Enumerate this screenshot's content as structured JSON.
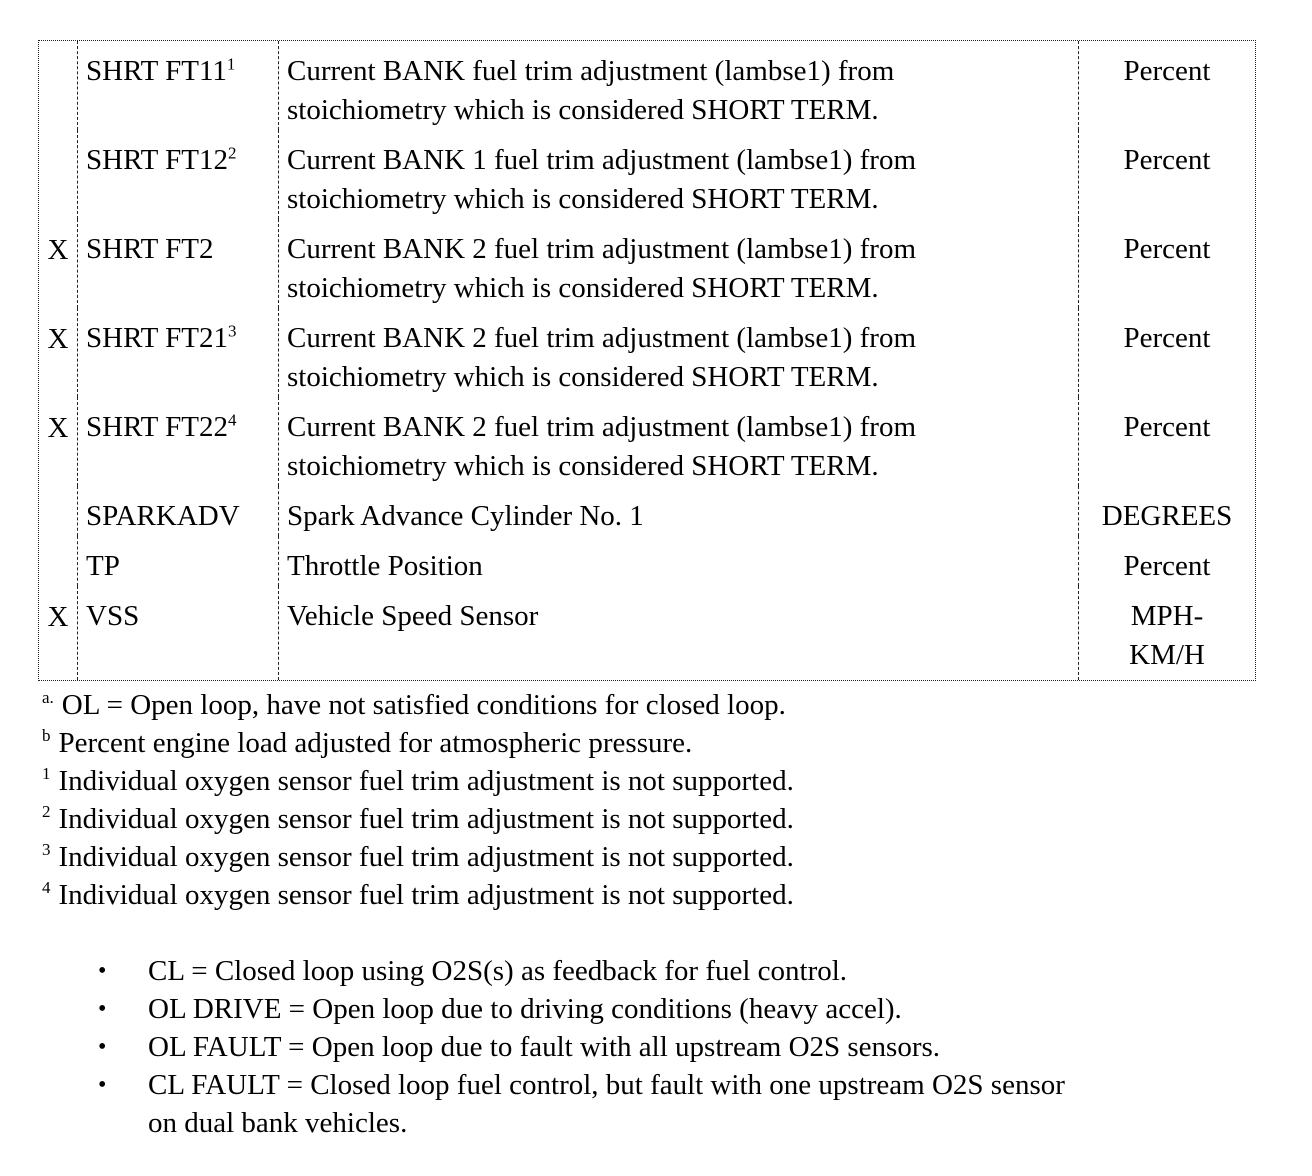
{
  "icons": {
    "bullet": "•"
  },
  "table": {
    "rows": [
      {
        "flag": "",
        "name": "SHRT FT11",
        "sup": "1",
        "desc": [
          "Current BANK fuel trim adjustment (lambse1) from",
          "stoichiometry which is considered SHORT TERM."
        ],
        "unit": [
          "Percent"
        ]
      },
      {
        "flag": "",
        "name": "SHRT FT12",
        "sup": "2",
        "desc": [
          "Current BANK 1 fuel trim adjustment (lambse1) from",
          "stoichiometry which is considered SHORT TERM."
        ],
        "unit": [
          "Percent"
        ]
      },
      {
        "flag": "X",
        "name": "SHRT FT2",
        "sup": "",
        "desc": [
          "Current BANK 2 fuel trim adjustment (lambse1) from",
          "stoichiometry which is considered SHORT TERM."
        ],
        "unit": [
          "Percent"
        ]
      },
      {
        "flag": "X",
        "name": "SHRT FT21",
        "sup": "3",
        "desc": [
          "Current BANK 2 fuel trim adjustment (lambse1) from",
          "stoichiometry which is considered SHORT TERM."
        ],
        "unit": [
          "Percent"
        ]
      },
      {
        "flag": "X",
        "name": "SHRT FT22",
        "sup": "4",
        "desc": [
          "Current BANK 2 fuel trim adjustment (lambse1) from",
          "stoichiometry which is considered SHORT TERM."
        ],
        "unit": [
          "Percent"
        ]
      },
      {
        "flag": "",
        "name": "SPARKADV",
        "sup": "",
        "desc": [
          "Spark Advance Cylinder No. 1"
        ],
        "unit": [
          "DEGREES"
        ]
      },
      {
        "flag": "",
        "name": "TP",
        "sup": "",
        "desc": [
          "Throttle Position"
        ],
        "unit": [
          "Percent"
        ]
      },
      {
        "flag": "X",
        "name": "VSS",
        "sup": "",
        "desc": [
          "Vehicle Speed Sensor"
        ],
        "unit": [
          "MPH-",
          "KM/H"
        ]
      }
    ]
  },
  "footnotes": [
    {
      "marker": "a.",
      "text": "OL = Open loop, have not satisfied conditions for closed loop."
    },
    {
      "marker": "b",
      "text": "Percent engine load adjusted for atmospheric pressure."
    },
    {
      "marker": "1",
      "text": "Individual oxygen sensor fuel trim adjustment is not supported."
    },
    {
      "marker": "2",
      "text": "Individual oxygen sensor fuel trim adjustment is not supported."
    },
    {
      "marker": "3",
      "text": "Individual oxygen sensor fuel trim adjustment is not supported."
    },
    {
      "marker": "4",
      "text": "Individual oxygen sensor fuel trim adjustment is not supported."
    }
  ],
  "bullets": [
    {
      "text": [
        "CL = Closed loop using O2S(s) as feedback for fuel control."
      ]
    },
    {
      "text": [
        "OL DRIVE = Open loop due to driving conditions (heavy accel)."
      ]
    },
    {
      "text": [
        "OL FAULT = Open loop due to fault with all upstream O2S sensors."
      ]
    },
    {
      "text": [
        "CL FAULT = Closed loop fuel control, but fault with one upstream O2S sensor",
        "on dual bank vehicles."
      ]
    }
  ]
}
